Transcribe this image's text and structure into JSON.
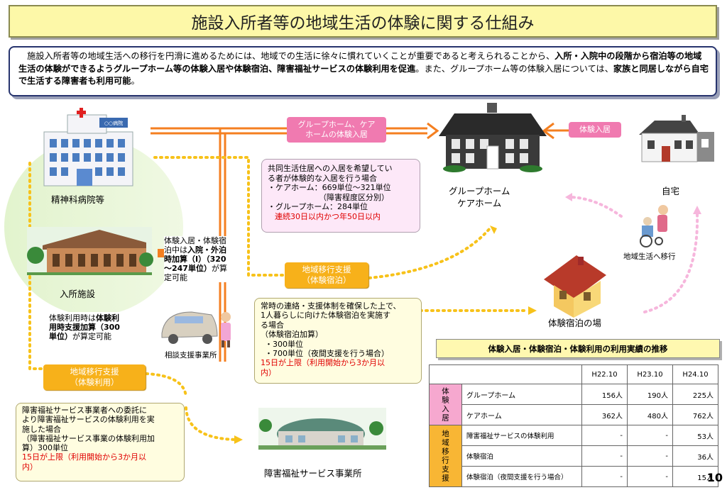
{
  "title": "施設入所者等の地域生活の体験に関する仕組み",
  "summary": {
    "part1": "　施設入所者等の地域生活への移行を円滑に進めるためには、地域での生活に徐々に慣れていくことが重要であると考えられることから、",
    "bold1": "入所・入院中の段階から宿泊等の地域生活の体験ができるようグループホーム等の体験入居や体験宿泊、障害福祉サービスの体験利用を促進",
    "part2": "。また、グループホーム等の体験入居については、",
    "bold2": "家族と同居しながら自宅で生活する障害者も利用可能",
    "part3": "。"
  },
  "places": {
    "hospital": "精神科病院等",
    "institution": "入所施設",
    "consult": "相談支援事業所",
    "service": "障害福祉サービス事業所",
    "gh_line1": "グループホーム",
    "gh_line2": "ケアホーム",
    "home": "自宅",
    "stay": "体験宿泊の場",
    "move": "地域生活へ移行",
    "hospital_sign": "○○病院"
  },
  "buttons": {
    "gh_trial_l1": "グループホーム、ケア",
    "gh_trial_l2": "ホームの体験入居",
    "trial_stay_home": "体験入居",
    "support_stay_l1": "地域移行支援",
    "support_stay_l2": "（体験宿泊）",
    "support_use_l1": "地域移行支援",
    "support_use_l2": "（体験利用）"
  },
  "notes": {
    "gh": {
      "l1": "共同生活住居への入居を希望してい",
      "l2": "る者が体験的な入居を行う場合",
      "l3": "・ケアホーム：669単位～321単位",
      "l4": "（障害程度区分別）",
      "l5": "・グループホーム：284単位",
      "red": "連続30日以内かつ年50日以内"
    },
    "addon": {
      "t1": "体験入居・体験宿",
      "t2": "泊中は",
      "b1": "入院・外泊",
      "b2": "時加算（Ⅰ）（320",
      "b3": "～247単位）",
      "t3": "が算",
      "t4": "定可能"
    },
    "use": {
      "t1": "体験利用時は",
      "b1": "体験利",
      "b2": "用時支援加算（300",
      "b3": "単位）",
      "t2": "が算定可能"
    },
    "stay": {
      "l1": "常時の連絡・支援体制を確保した上で、",
      "l2": "1人暮らしに向けた体験宿泊を実施す",
      "l3": "る場合",
      "l4": "（体験宿泊加算）",
      "l5": "・300単位",
      "l6": "・700単位（夜間支援を行う場合）",
      "red1": "15日が上限（利用開始から3か月以",
      "red2": "内）"
    },
    "service": {
      "l1": "障害福祉サービス事業者への委託に",
      "l2": "より障害福祉サービスの体験利用を実",
      "l3": "施した場合",
      "l4": "（障害福祉サービス事業の体験利用加",
      "l5": "算）300単位",
      "red1": "15日が上限（利用開始から3か月以",
      "red2": "内）"
    }
  },
  "table": {
    "title": "体験入居・体験宿泊・体験利用の利用実績の推移",
    "years": [
      "H22.10",
      "H23.10",
      "H24.10"
    ],
    "group1": "体験入居",
    "group2": "地域移行支援",
    "rows": [
      {
        "label": "グループホーム",
        "v": [
          "156人",
          "190人",
          "225人"
        ]
      },
      {
        "label": "ケアホーム",
        "v": [
          "362人",
          "480人",
          "762人"
        ]
      },
      {
        "label": "障害福祉サービスの体験利用",
        "v": [
          "-",
          "-",
          "53人"
        ]
      },
      {
        "label": "体験宿泊",
        "v": [
          "-",
          "-",
          "36人"
        ]
      },
      {
        "label": "体験宿泊（夜間支援を行う場合）",
        "v": [
          "-",
          "-",
          "15人"
        ]
      }
    ]
  },
  "page_number": "10",
  "colors": {
    "title_bg": "#fdf8a8",
    "orange_arrow": "#f47f20",
    "yellow_dots": "#f7c21a",
    "pink_dots": "#f6b6dc",
    "pink_button": "#f07ab0",
    "orange_button": "#f7b11a"
  }
}
